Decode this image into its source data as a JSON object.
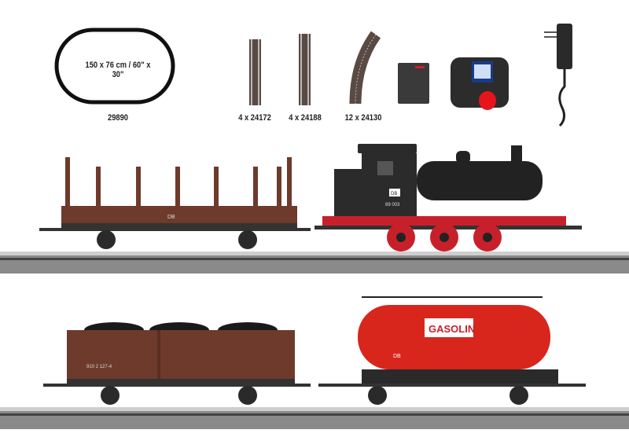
{
  "components": {
    "oval_track": {
      "dimensions": "150 x 76 cm / 60\" x 30\"",
      "item": "29890"
    },
    "straight_short": {
      "item": "4 x 24172"
    },
    "straight_long": {
      "item": "4 x 24188"
    },
    "curved": {
      "item": "12 x 24130"
    },
    "icons": [
      "connection-box",
      "mobile-station-controller",
      "power-supply"
    ]
  },
  "rolling_stock": {
    "stake_car": {
      "marking": "DB"
    },
    "locomotive": {
      "number": "89 003",
      "marking": "DB"
    },
    "gondola": {
      "number": "910 2 127-4"
    },
    "tank_car": {
      "logo": "GASOLIN",
      "marking": "DB"
    }
  },
  "colors": {
    "car_brown": "#6e3a2b",
    "tank_red": "#d8261c",
    "loco_black": "#222222",
    "wheel_red": "#c8202a",
    "ballast": "#8a8a8a"
  }
}
